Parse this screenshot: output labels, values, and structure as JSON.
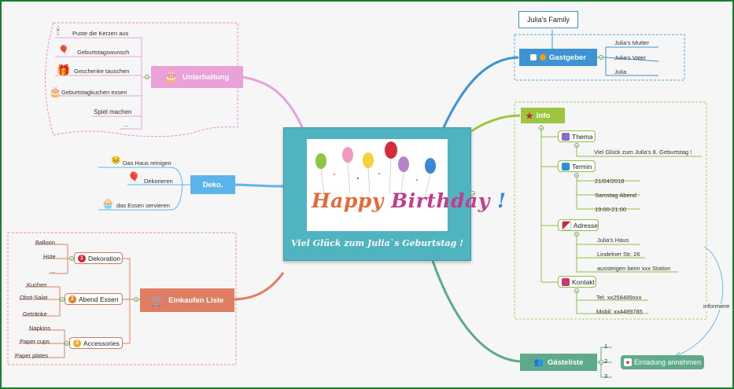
{
  "center": {
    "caption": "Viel Glück zum Julia`s Geburtstag !",
    "card": {
      "happy": "Happy",
      "birthday": "Birthday",
      "bang": "!"
    }
  },
  "unterhaltung": {
    "label": "Unterhaltung",
    "items": [
      "Puste die Kerzen aus",
      "Geburtstagswunsch",
      "Geschenke tauschen",
      "Geburtstagkuchen essen",
      "Spiel machen",
      "..."
    ],
    "icons": [
      "candles-icon",
      "balloons-icon",
      "gift-icon",
      "cake-icon"
    ]
  },
  "deko": {
    "label": "Deko.",
    "items": [
      "Das Haus reinigen",
      "Dekorieren",
      "das Essen servieren"
    ]
  },
  "einkaufen": {
    "label": "Einkaufen Liste",
    "groups": [
      {
        "num": "1",
        "label": "Dekoration",
        "items": [
          "Balloon",
          "Hüte",
          "..."
        ]
      },
      {
        "num": "2",
        "label": "Abend Essen",
        "items": [
          "Kuchen",
          "Obst-Salat",
          "Getränke"
        ]
      },
      {
        "num": "3",
        "label": "Accessories",
        "items": [
          "Napkins",
          "Paper cups",
          "Paper plates"
        ]
      }
    ]
  },
  "gastgeber": {
    "label": "Gastgeber",
    "callout": "Julia's Family",
    "items": [
      "Julia's Mutter",
      "Julia's Vater",
      "Julia"
    ]
  },
  "info": {
    "label": "Info",
    "sections": [
      {
        "label": "Thema",
        "items": [
          "Viel Glück zum Julia's 8. Geburtstag !"
        ]
      },
      {
        "label": "Termin",
        "items": [
          "21/04/2018",
          "Samstag Abend",
          "19:00-21:00"
        ]
      },
      {
        "label": "Adresse",
        "items": [
          "Julia's Haus",
          "Lindelner Str. 26",
          "aussteigen beim xxx Station"
        ]
      },
      {
        "label": "Kontakt",
        "items": [
          "Tel: xx258489xxx",
          "Mobil: xx4489785"
        ]
      }
    ]
  },
  "gaesteliste": {
    "label": "Gästeliste",
    "items": [
      "1",
      "2",
      "3"
    ],
    "relation": "informiere",
    "linked": "Einladung annehmen"
  },
  "colors": {
    "pink": "#e9a1d8",
    "blue": "#3d93d4",
    "orange": "#e07e63",
    "green": "#8fbf3f",
    "teal": "#5eaa8a",
    "center": "#4fb4c0",
    "frame": "#1a7f2a"
  }
}
